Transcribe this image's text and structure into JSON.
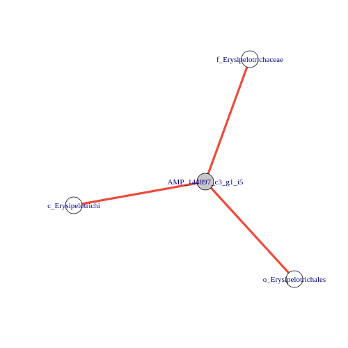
{
  "diagram": {
    "type": "network",
    "edge_color": "#ee4b3a",
    "label_color": "#000080",
    "nodes": [
      {
        "id": "center",
        "label": "AMP_144897_c3_g1_i5",
        "fill": "#c8c8c8",
        "is_center": true
      },
      {
        "id": "family",
        "label": "f_Erysipelotrichaceae",
        "fill": "#ffffff",
        "is_center": false
      },
      {
        "id": "class",
        "label": "c_Erysipelotrichi",
        "fill": "#ffffff",
        "is_center": false
      },
      {
        "id": "order",
        "label": "o_Erysipelotrichales",
        "fill": "#ffffff",
        "is_center": false
      }
    ],
    "edges": [
      {
        "source": "center",
        "target": "family"
      },
      {
        "source": "center",
        "target": "class"
      },
      {
        "source": "center",
        "target": "order"
      }
    ]
  }
}
